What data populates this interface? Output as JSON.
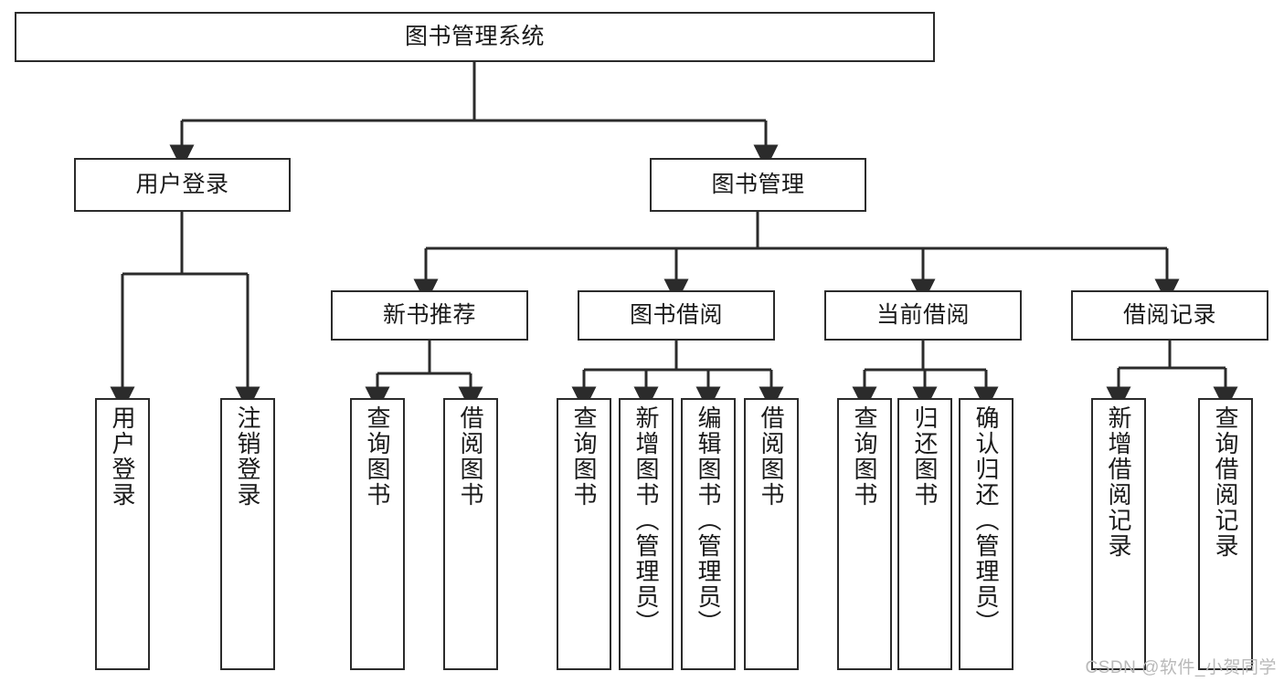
{
  "diagram": {
    "title_box": {
      "label": "图书管理系统"
    },
    "level2": [
      {
        "id": "user-login",
        "label": "用户登录"
      },
      {
        "id": "book-management",
        "label": "图书管理"
      }
    ],
    "level3": [
      {
        "id": "new-book-recommend",
        "label": "新书推荐"
      },
      {
        "id": "book-borrow",
        "label": "图书借阅"
      },
      {
        "id": "current-borrow",
        "label": "当前借阅"
      },
      {
        "id": "borrow-record",
        "label": "借阅记录"
      }
    ],
    "leaves": {
      "user_login": [
        {
          "id": "leaf-user-login",
          "label": "用户登录"
        },
        {
          "id": "leaf-logout-login",
          "label": "注销登录"
        }
      ],
      "new_book_recommend": [
        {
          "id": "leaf-query-book-1",
          "label": "查询图书"
        },
        {
          "id": "leaf-borrow-book-1",
          "label": "借阅图书"
        }
      ],
      "book_borrow": [
        {
          "id": "leaf-query-book-2",
          "label": "查询图书"
        },
        {
          "id": "leaf-add-book",
          "label": "新增图书（管理员）"
        },
        {
          "id": "leaf-edit-book",
          "label": "编辑图书（管理员）"
        },
        {
          "id": "leaf-borrow-book-2",
          "label": "借阅图书"
        }
      ],
      "current_borrow": [
        {
          "id": "leaf-query-book-3",
          "label": "查询图书"
        },
        {
          "id": "leaf-return-book",
          "label": "归还图书"
        },
        {
          "id": "leaf-confirm-return",
          "label": "确认归还（管理员）"
        }
      ],
      "borrow_record": [
        {
          "id": "leaf-add-record",
          "label": "新增借阅记录"
        },
        {
          "id": "leaf-query-record",
          "label": "查询借阅记录"
        }
      ]
    },
    "watermark": "CSDN @软件_小贺同学",
    "colors": {
      "stroke": "#2b2b2b",
      "fill": "#ffffff",
      "text": "#1a1a1a",
      "watermark": "#b9b9b9"
    }
  }
}
